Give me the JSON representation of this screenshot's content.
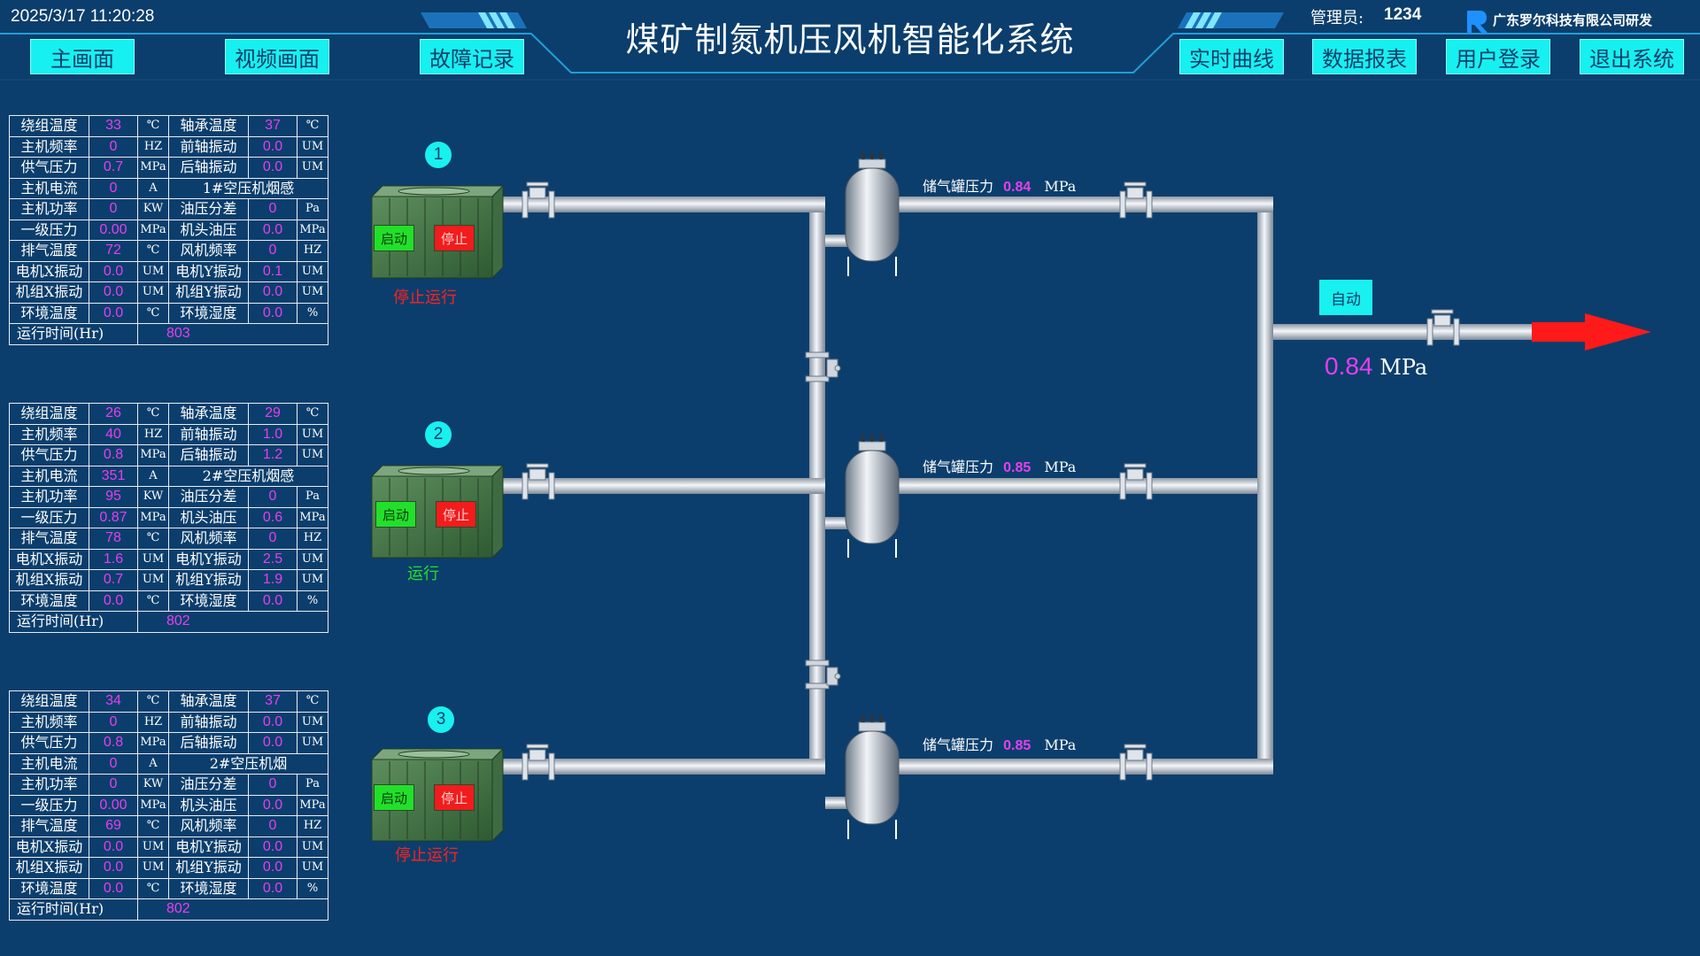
{
  "header": {
    "datetime": "2025/3/17 11:20:28",
    "title": "煤矿制氮机压风机智能化系统",
    "admin_label": "管理员:",
    "admin_value": "1234",
    "company": "广东罗尔科技有限公司研发",
    "nav_left": [
      "主画面",
      "视频画面",
      "故障记录"
    ],
    "nav_right": [
      "实时曲线",
      "数据报表",
      "用户登录",
      "退出系统"
    ]
  },
  "compressors": [
    {
      "number": "1",
      "status": "停止运行",
      "status_color": "#ff2020",
      "start_label": "启动",
      "stop_label": "停止",
      "rows": [
        [
          "绕组温度",
          "33",
          "℃",
          "轴承温度",
          "37",
          "℃"
        ],
        [
          "主机频率",
          "0",
          "HZ",
          "前轴振动",
          "0.0",
          "UM"
        ],
        [
          "供气压力",
          "0.7",
          "MPa",
          "后轴振动",
          "0.0",
          "UM"
        ],
        [
          "主机电流",
          "0",
          "A",
          "1#空压机烟感",
          "",
          ""
        ],
        [
          "主机功率",
          "0",
          "KW",
          "油压分差",
          "0",
          "Pa"
        ],
        [
          "一级压力",
          "0.00",
          "MPa",
          "机头油压",
          "0.0",
          "MPa"
        ],
        [
          "排气温度",
          "72",
          "℃",
          "风机频率",
          "0",
          "HZ"
        ],
        [
          "电机X振动",
          "0.0",
          "UM",
          "电机Y振动",
          "0.1",
          "UM"
        ],
        [
          "机组X振动",
          "0.0",
          "UM",
          "机组Y振动",
          "0.0",
          "UM"
        ],
        [
          "环境温度",
          "0.0",
          "℃",
          "环境湿度",
          "0.0",
          "%"
        ]
      ],
      "runtime_label": "运行时间(Hr)",
      "runtime": "803"
    },
    {
      "number": "2",
      "status": "运行",
      "status_color": "#22e02a",
      "start_label": "启动",
      "stop_label": "停止",
      "rows": [
        [
          "绕组温度",
          "26",
          "℃",
          "轴承温度",
          "29",
          "℃"
        ],
        [
          "主机频率",
          "40",
          "HZ",
          "前轴振动",
          "1.0",
          "UM"
        ],
        [
          "供气压力",
          "0.8",
          "MPa",
          "后轴振动",
          "1.2",
          "UM"
        ],
        [
          "主机电流",
          "351",
          "A",
          "2#空压机烟感",
          "",
          ""
        ],
        [
          "主机功率",
          "95",
          "KW",
          "油压分差",
          "0",
          "Pa"
        ],
        [
          "一级压力",
          "0.87",
          "MPa",
          "机头油压",
          "0.6",
          "MPa"
        ],
        [
          "排气温度",
          "78",
          "℃",
          "风机频率",
          "0",
          "HZ"
        ],
        [
          "电机X振动",
          "1.6",
          "UM",
          "电机Y振动",
          "2.5",
          "UM"
        ],
        [
          "机组X振动",
          "0.7",
          "UM",
          "机组Y振动",
          "1.9",
          "UM"
        ],
        [
          "环境温度",
          "0.0",
          "℃",
          "环境湿度",
          "0.0",
          "%"
        ]
      ],
      "runtime_label": "运行时间(Hr)",
      "runtime": "802"
    },
    {
      "number": "3",
      "status": "停止运行",
      "status_color": "#ff2020",
      "start_label": "启动",
      "stop_label": "停止",
      "rows": [
        [
          "绕组温度",
          "34",
          "℃",
          "轴承温度",
          "37",
          "℃"
        ],
        [
          "主机频率",
          "0",
          "HZ",
          "前轴振动",
          "0.0",
          "UM"
        ],
        [
          "供气压力",
          "0.8",
          "MPa",
          "后轴振动",
          "0.0",
          "UM"
        ],
        [
          "主机电流",
          "0",
          "A",
          "2#空压机烟",
          "",
          ""
        ],
        [
          "主机功率",
          "0",
          "KW",
          "油压分差",
          "0",
          "Pa"
        ],
        [
          "一级压力",
          "0.00",
          "MPa",
          "机头油压",
          "0.0",
          "MPa"
        ],
        [
          "排气温度",
          "69",
          "℃",
          "风机频率",
          "0",
          "HZ"
        ],
        [
          "电机X振动",
          "0.0",
          "UM",
          "电机Y振动",
          "0.0",
          "UM"
        ],
        [
          "机组X振动",
          "0.0",
          "UM",
          "机组Y振动",
          "0.0",
          "UM"
        ],
        [
          "环境温度",
          "0.0",
          "℃",
          "环境湿度",
          "0.0",
          "%"
        ]
      ],
      "runtime_label": "运行时间(Hr)",
      "runtime": "802"
    }
  ],
  "tanks": [
    {
      "label": "储气罐压力",
      "value": "0.84",
      "unit": "MPa"
    },
    {
      "label": "储气罐压力",
      "value": "0.85",
      "unit": "MPa"
    },
    {
      "label": "储气罐压力",
      "value": "0.85",
      "unit": "MPa"
    }
  ],
  "output": {
    "auto_label": "自动",
    "pressure": "0.84",
    "unit": "MPa"
  },
  "colors": {
    "background": "#0b3e6c",
    "accent_cyan": "#19f0f0",
    "value_magenta": "#e63ef0",
    "running_green": "#22e02a",
    "stopped_red": "#ff2020",
    "flow_arrow": "#ff1a1a"
  },
  "icons": {
    "logo": "rol-logo-icon",
    "flow_arrow": "flow-arrow-icon",
    "valve": "valve-icon"
  }
}
